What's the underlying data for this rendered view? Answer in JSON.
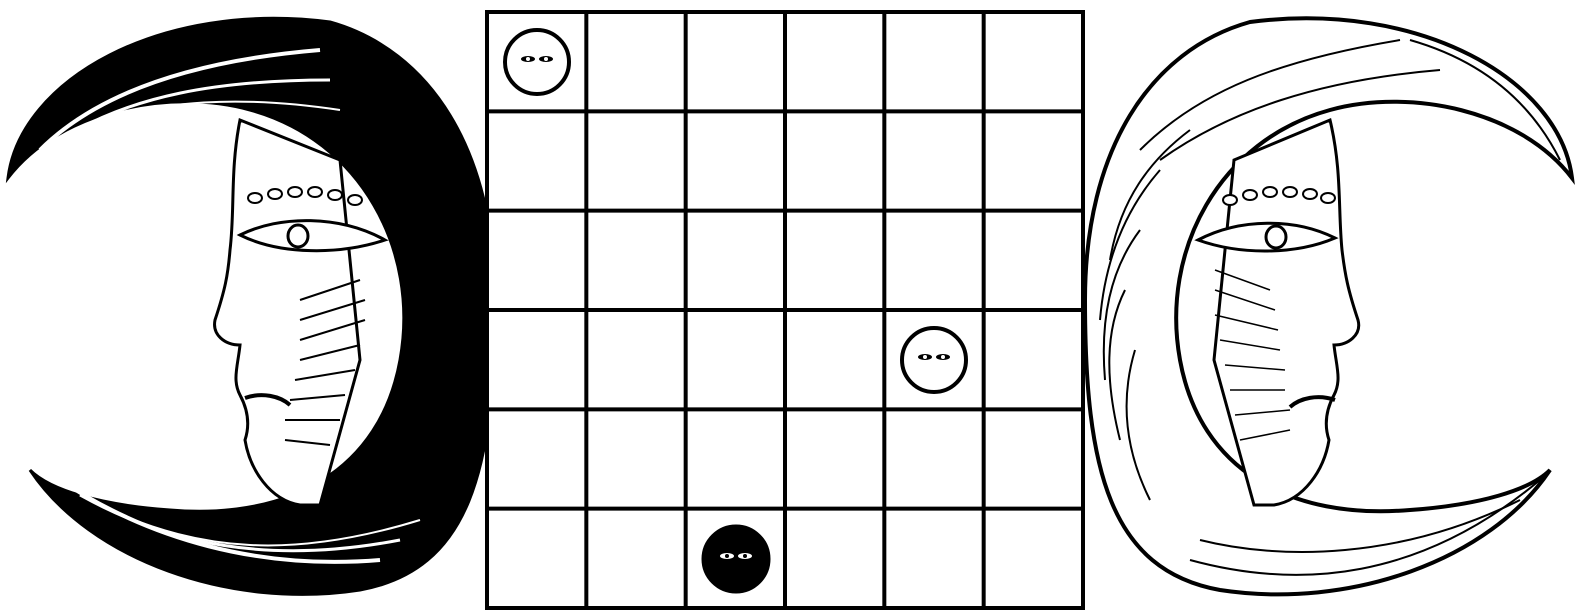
{
  "board": {
    "rows": 6,
    "cols": 6,
    "line_color": "#000000",
    "background": "#ffffff",
    "pieces": [
      {
        "row": 0,
        "col": 0,
        "type": "moon-face-outline-piece"
      },
      {
        "row": 3,
        "col": 4,
        "type": "moon-face-outline-piece"
      },
      {
        "row": 5,
        "col": 2,
        "type": "moon-face-filled-piece"
      }
    ]
  },
  "decorations": {
    "left": {
      "icon": "crescent-moon-face-icon",
      "facing": "left",
      "shading": "dark"
    },
    "right": {
      "icon": "crescent-moon-face-icon",
      "facing": "right",
      "shading": "light"
    }
  }
}
